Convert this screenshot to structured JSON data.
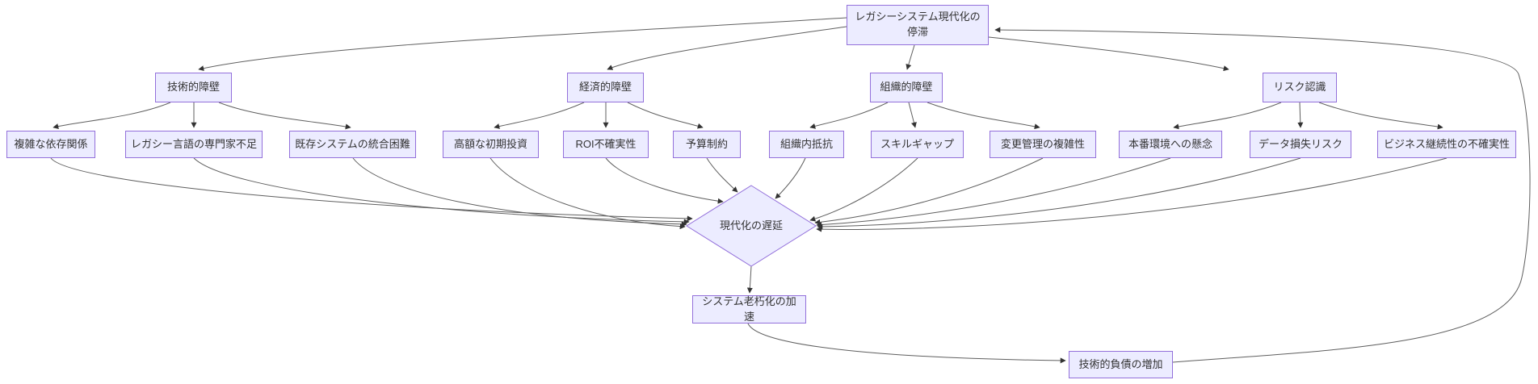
{
  "colors": {
    "node_fill": "#ECECFF",
    "node_border": "#9370DB",
    "node_text": "#333333",
    "edge": "#5f5f5f",
    "arrowhead": "#333333",
    "background": "#ffffff"
  },
  "diagram": {
    "type": "flowchart",
    "direction": "top-down",
    "nodes": {
      "root": {
        "label": "レガシーシステム現代化の停滞",
        "shape": "rect"
      },
      "technical_barriers": {
        "label": "技術的障壁",
        "shape": "rect"
      },
      "economic_barriers": {
        "label": "経済的障壁",
        "shape": "rect"
      },
      "organizational_barriers": {
        "label": "組織的障壁",
        "shape": "rect"
      },
      "risk_perception": {
        "label": "リスク認識",
        "shape": "rect"
      },
      "complex_dependencies": {
        "label": "複雑な依存関係",
        "shape": "rect"
      },
      "legacy_language_expert_shortage": {
        "label": "レガシー言語の専門家不足",
        "shape": "rect"
      },
      "existing_system_integration_difficulty": {
        "label": "既存システムの統合困難",
        "shape": "rect"
      },
      "high_initial_investment": {
        "label": "高額な初期投資",
        "shape": "rect"
      },
      "roi_uncertainty": {
        "label": "ROI不確実性",
        "shape": "rect"
      },
      "budget_constraints": {
        "label": "予算制約",
        "shape": "rect"
      },
      "internal_resistance": {
        "label": "組織内抵抗",
        "shape": "rect"
      },
      "skill_gap": {
        "label": "スキルギャップ",
        "shape": "rect"
      },
      "change_management_complexity": {
        "label": "変更管理の複雑性",
        "shape": "rect"
      },
      "production_environment_concerns": {
        "label": "本番環境への懸念",
        "shape": "rect"
      },
      "data_loss_risk": {
        "label": "データ損失リスク",
        "shape": "rect"
      },
      "business_continuity_uncertainty": {
        "label": "ビジネス継続性の不確実性",
        "shape": "rect"
      },
      "modernization_delay": {
        "label": "現代化の遅延",
        "shape": "diamond"
      },
      "system_aging_acceleration": {
        "label": "システム老朽化の加速",
        "shape": "rect"
      },
      "technical_debt_increase": {
        "label": "技術的負債の増加",
        "shape": "rect"
      }
    },
    "edges": [
      {
        "from": "root",
        "to": "technical_barriers"
      },
      {
        "from": "root",
        "to": "economic_barriers"
      },
      {
        "from": "root",
        "to": "organizational_barriers"
      },
      {
        "from": "root",
        "to": "risk_perception"
      },
      {
        "from": "technical_barriers",
        "to": "complex_dependencies"
      },
      {
        "from": "technical_barriers",
        "to": "legacy_language_expert_shortage"
      },
      {
        "from": "technical_barriers",
        "to": "existing_system_integration_difficulty"
      },
      {
        "from": "economic_barriers",
        "to": "high_initial_investment"
      },
      {
        "from": "economic_barriers",
        "to": "roi_uncertainty"
      },
      {
        "from": "economic_barriers",
        "to": "budget_constraints"
      },
      {
        "from": "organizational_barriers",
        "to": "internal_resistance"
      },
      {
        "from": "organizational_barriers",
        "to": "skill_gap"
      },
      {
        "from": "organizational_barriers",
        "to": "change_management_complexity"
      },
      {
        "from": "risk_perception",
        "to": "production_environment_concerns"
      },
      {
        "from": "risk_perception",
        "to": "data_loss_risk"
      },
      {
        "from": "risk_perception",
        "to": "business_continuity_uncertainty"
      },
      {
        "from": "complex_dependencies",
        "to": "modernization_delay"
      },
      {
        "from": "legacy_language_expert_shortage",
        "to": "modernization_delay"
      },
      {
        "from": "existing_system_integration_difficulty",
        "to": "modernization_delay"
      },
      {
        "from": "high_initial_investment",
        "to": "modernization_delay"
      },
      {
        "from": "roi_uncertainty",
        "to": "modernization_delay"
      },
      {
        "from": "budget_constraints",
        "to": "modernization_delay"
      },
      {
        "from": "internal_resistance",
        "to": "modernization_delay"
      },
      {
        "from": "skill_gap",
        "to": "modernization_delay"
      },
      {
        "from": "change_management_complexity",
        "to": "modernization_delay"
      },
      {
        "from": "production_environment_concerns",
        "to": "modernization_delay"
      },
      {
        "from": "data_loss_risk",
        "to": "modernization_delay"
      },
      {
        "from": "business_continuity_uncertainty",
        "to": "modernization_delay"
      },
      {
        "from": "modernization_delay",
        "to": "system_aging_acceleration"
      },
      {
        "from": "system_aging_acceleration",
        "to": "technical_debt_increase"
      },
      {
        "from": "technical_debt_increase",
        "to": "root"
      }
    ]
  }
}
